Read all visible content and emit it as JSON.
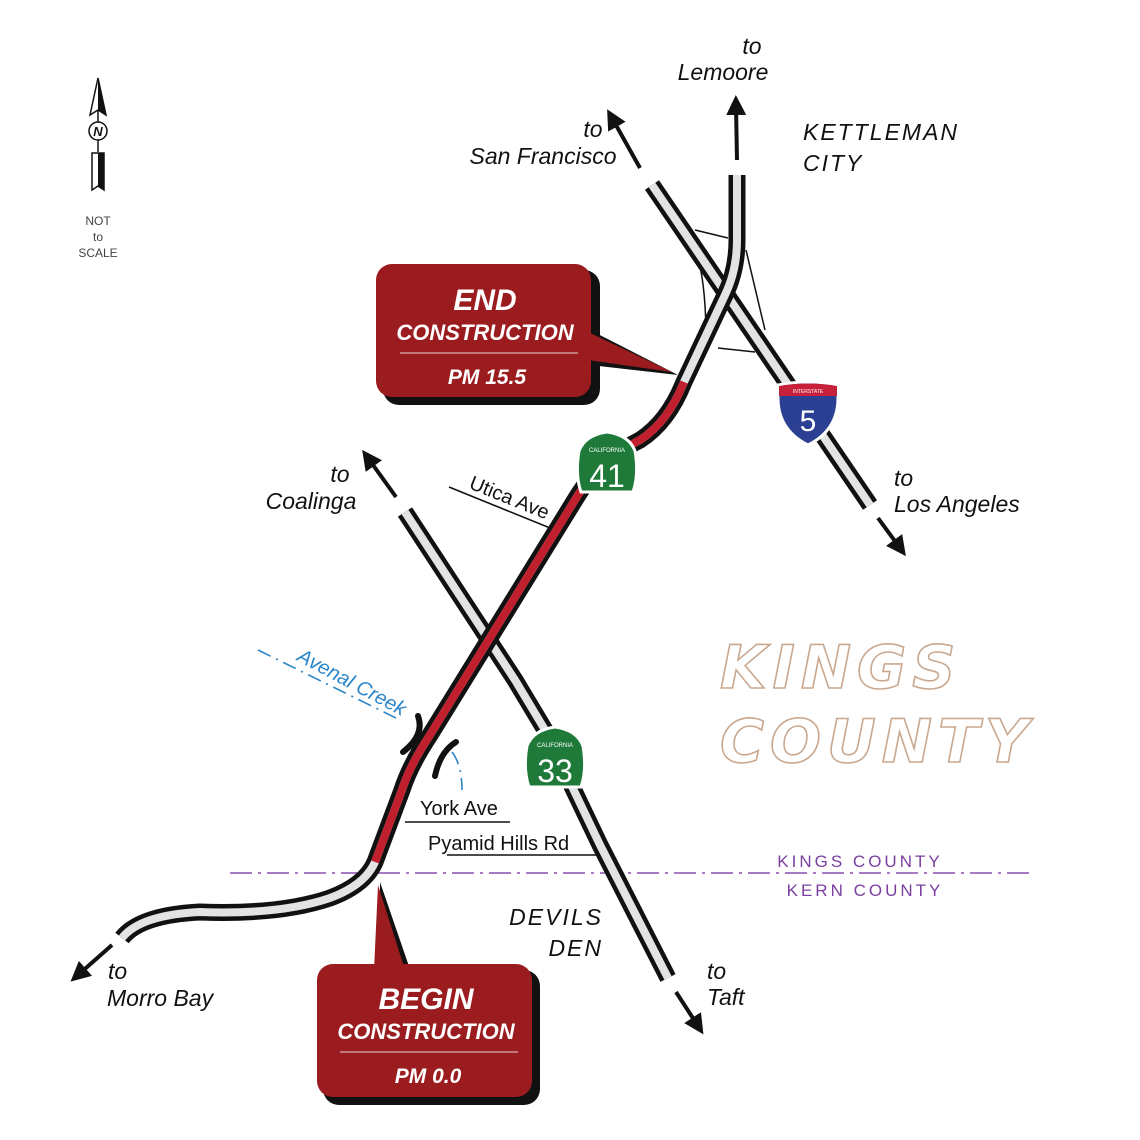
{
  "north_arrow": {
    "letter": "N",
    "note": [
      "NOT",
      "to",
      "SCALE"
    ]
  },
  "destinations": {
    "lemoore": [
      "to",
      "Lemoore"
    ],
    "san_francisco": [
      "to",
      "San Francisco"
    ],
    "coalinga": [
      "to",
      "Coalinga"
    ],
    "los_angeles": [
      "to",
      "Los Angeles"
    ],
    "morro_bay": [
      "to",
      "Morro Bay"
    ],
    "taft": [
      "to",
      "Taft"
    ]
  },
  "places": {
    "kettleman": [
      "KETTLEMAN",
      "CITY"
    ],
    "devils_den": [
      "DEVILS",
      "DEN"
    ],
    "county_big": [
      "KINGS",
      "COUNTY"
    ]
  },
  "streets": {
    "utica": "Utica Ave",
    "york": "York Ave",
    "pyramid": "Pyamid Hills Rd",
    "creek": "Avenal Creek"
  },
  "county_line": {
    "north": "KINGS COUNTY",
    "south": "KERN COUNTY"
  },
  "shields": {
    "sr41": {
      "top": "CALIFORNIA",
      "number": "41"
    },
    "sr33": {
      "top": "CALIFORNIA",
      "number": "33"
    },
    "i5": {
      "top": "INTERSTATE",
      "number": "5"
    }
  },
  "callouts": {
    "end": {
      "title": "END",
      "subtitle": "CONSTRUCTION",
      "postmile": "PM 15.5"
    },
    "begin": {
      "title": "BEGIN",
      "subtitle": "CONSTRUCTION",
      "postmile": "PM 0.0"
    }
  },
  "colors": {
    "construction": "#c01f2e",
    "callout": "#9b1c1f",
    "state_route": "#1f7a3a",
    "interstate_blue": "#2b3f93",
    "interstate_red": "#c8203a",
    "creek": "#2a86c8",
    "county_line": "#8a4fb0",
    "county_text_outline": "#c9a88f"
  }
}
